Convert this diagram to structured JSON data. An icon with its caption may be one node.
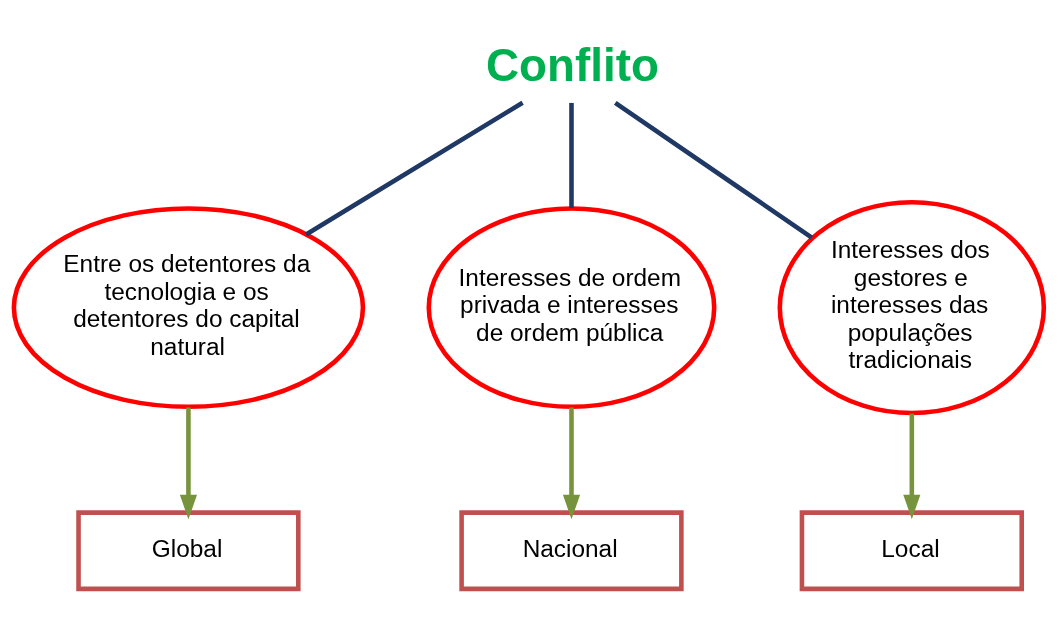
{
  "diagram": {
    "nodes": [
      {
        "text": [
          "Conflito"
        ]
      },
      {
        "text": [
          "Entre os detentores da tecnologia e os detentores do capital natural"
        ]
      },
      {
        "text": [
          "Interesses de ordem privada e interesses de ordem pública"
        ]
      },
      {
        "text": [
          "Interesses dos gestores e interesses das populações tradicionais"
        ]
      },
      {
        "text": [
          "Global"
        ]
      },
      {
        "text": [
          "Nacional"
        ]
      },
      {
        "text": [
          "Local"
        ]
      }
    ],
    "edges": [
      {
        "from": 0,
        "to": 1,
        "arrow": "none"
      },
      {
        "from": 0,
        "to": 2,
        "arrow": "none"
      },
      {
        "from": 0,
        "to": 3,
        "arrow": "none"
      },
      {
        "from": 1,
        "to": 4,
        "arrow": "to",
        "color": "#77933c"
      },
      {
        "from": 2,
        "to": 5,
        "arrow": "to",
        "color": "#77933c"
      },
      {
        "from": 3,
        "to": 6,
        "arrow": "to",
        "color": "#77933c"
      }
    ]
  }
}
